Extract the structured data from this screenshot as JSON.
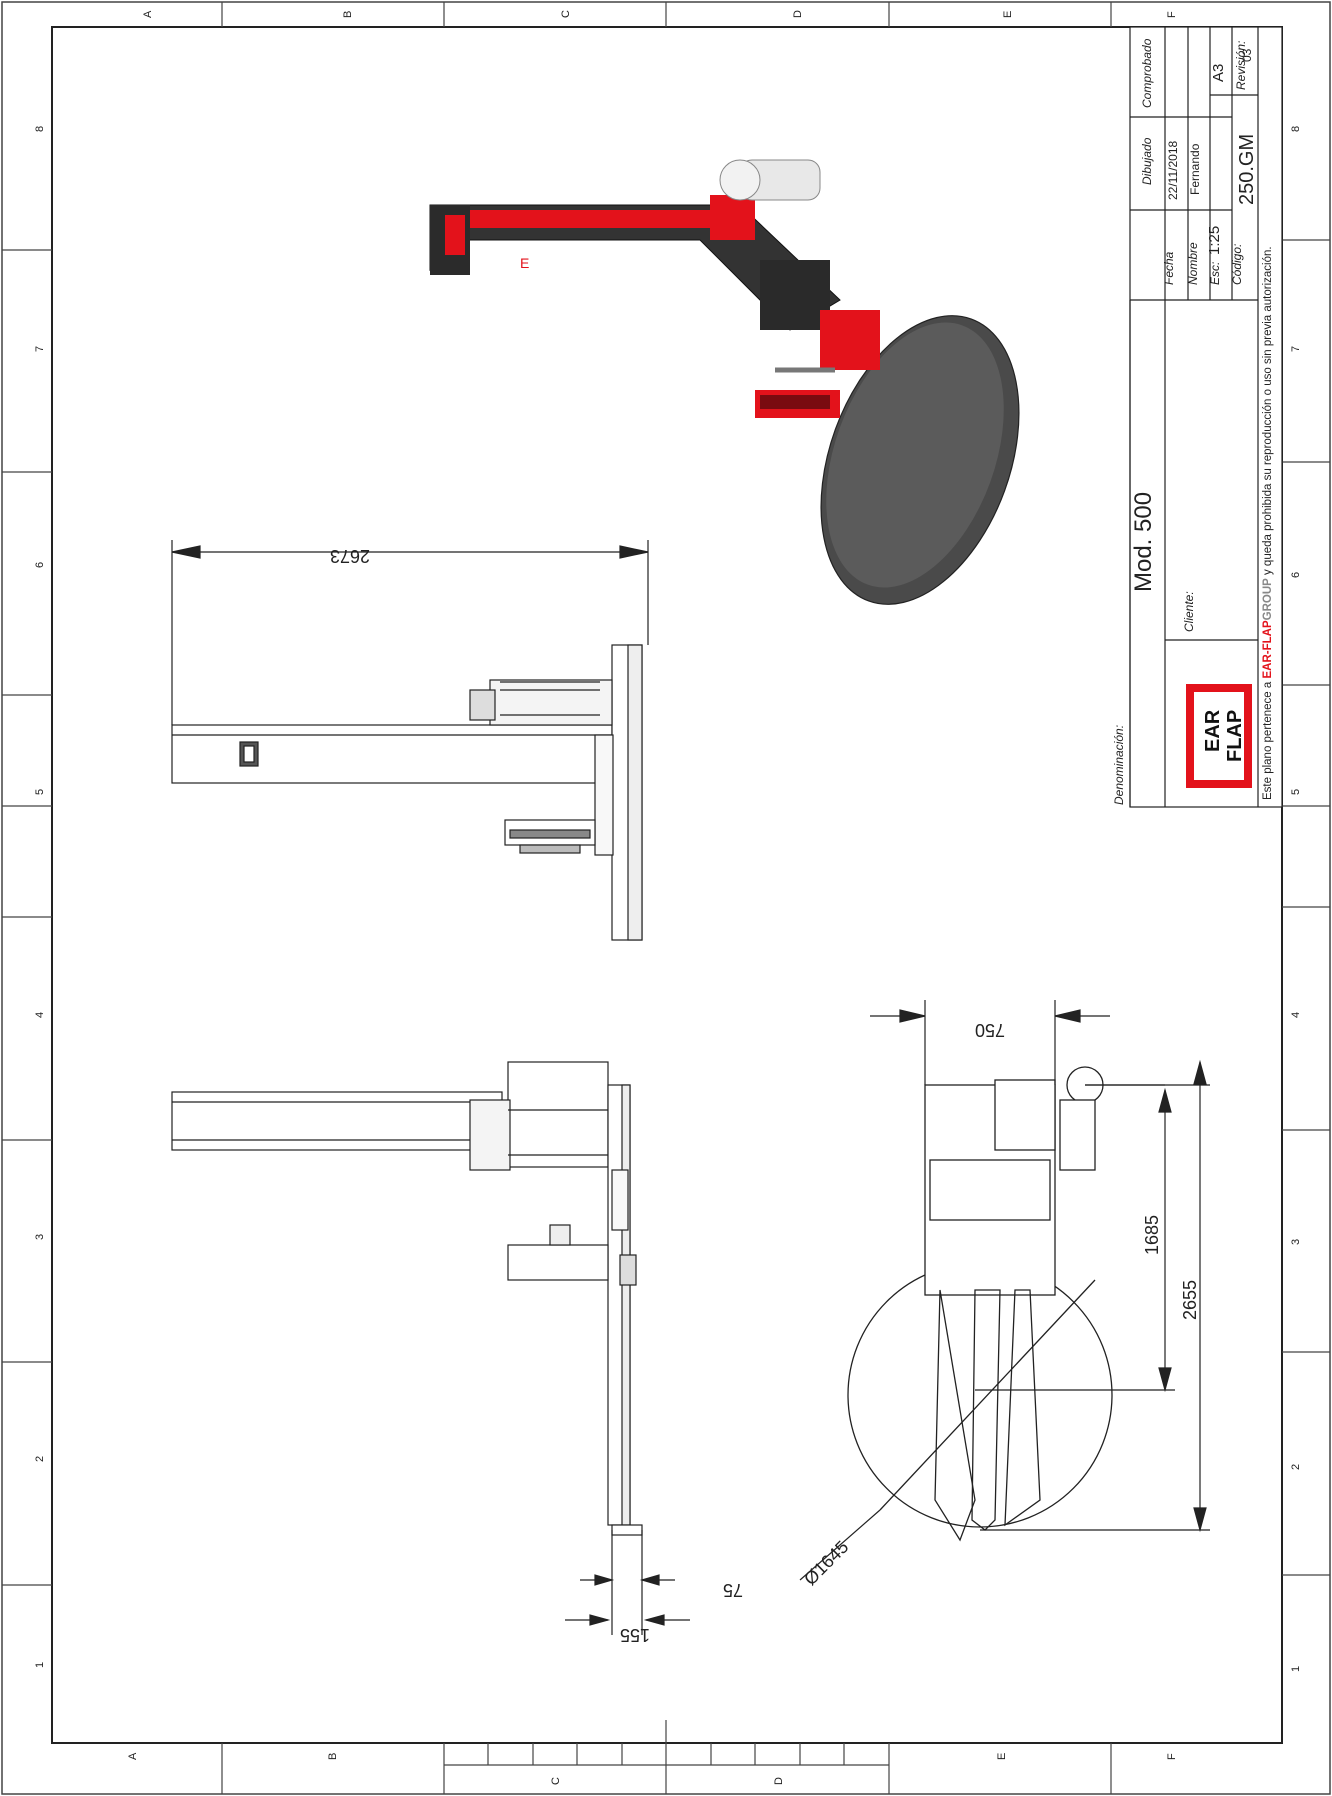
{
  "sheet": {
    "zone_letters": [
      "A",
      "B",
      "C",
      "D",
      "E",
      "F"
    ],
    "zone_numbers": [
      "1",
      "2",
      "3",
      "4",
      "5",
      "6",
      "7",
      "8"
    ]
  },
  "title_block": {
    "denominacion_label": "Denominación:",
    "denominacion_value": "Mod. 500",
    "cliente_label": "Cliente:",
    "logo_text": [
      "EAR",
      "FLAP"
    ],
    "logo_color": "#e3121b",
    "fecha_label": "Fecha",
    "nombre_label": "Nombre",
    "dibujado_label": "Dibujado",
    "comprobado_label": "Comprobado",
    "date": "22/11/2018",
    "name": "Fernando",
    "escala_label": "Esc:",
    "escala_value": "1:25",
    "paper_size": "A3",
    "revision_label": "Revisión:",
    "revision_value": "03",
    "codigo_label": "Código:",
    "codigo_value": "250.GM",
    "footer_prefix": "Este plano pertenece a ",
    "footer_brand_red": "EAR-FLAP",
    "footer_brand_grey": "GROUP",
    "footer_suffix": " y queda prohibida su reproducción o uso sin previa autorización."
  },
  "dimensions": {
    "height_total": "2673",
    "width_top": "750",
    "length_1685": "1685",
    "length_2655": "2655",
    "diameter": "Ø1645",
    "dim_75": "75",
    "dim_155": "155"
  },
  "colors": {
    "accent_red": "#e3121b",
    "machine_dark": "#3a3a3a",
    "line": "#222222"
  }
}
